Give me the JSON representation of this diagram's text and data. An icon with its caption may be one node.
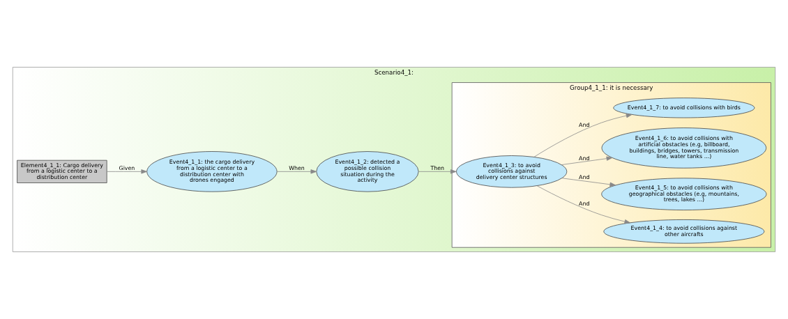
{
  "diagram": {
    "nodes": [
      {
        "text": [
          "Scenario4_1:"
        ]
      },
      {
        "text": [
          "Element4_1_1: Cargo delivery from a logistic center to a distribution center"
        ],
        "in": 0
      },
      {
        "text": [
          "Event4_1_1: the cargo delivery from a logistic center to a distribution center with drones engaged"
        ],
        "in": 0
      },
      {
        "text": [
          "Event4_1_2: detected a possible collision situation during the activity"
        ],
        "in": 0
      },
      {
        "text": [
          "Group4_1_1: it is necessary"
        ],
        "in": 0
      },
      {
        "text": [
          "Event4_1_3: to avoid collisions against delivery center structures"
        ],
        "in": 4
      },
      {
        "text": [
          "Event4_1_4: to avoid collisions against other aircrafts"
        ],
        "in": 4
      },
      {
        "text": [
          "Event4_1_5: to avoid collisions with geographical obstacles (e.g, mountains, trees, lakes ...)"
        ],
        "in": 4
      },
      {
        "text": [
          "Event4_1_6: to avoid collisions with artificial obstacles (e.g, billboard, buildings, bridges, towers, transmission line, water tanks ...)"
        ],
        "in": 4
      },
      {
        "text": [
          "Event4_1_7: to avoid collisions with birds"
        ],
        "in": 4
      }
    ],
    "edges": [
      {
        "from": 1,
        "to": 2,
        "arrow": "to",
        "label": "Given"
      },
      {
        "from": 2,
        "to": 3,
        "arrow": "to",
        "label": "When"
      },
      {
        "from": 3,
        "to": 5,
        "arrow": "to",
        "label": "Then"
      },
      {
        "from": 5,
        "to": 6,
        "arrow": "to",
        "label": "And"
      },
      {
        "from": 5,
        "to": 7,
        "arrow": "to",
        "label": "And"
      },
      {
        "from": 5,
        "to": 8,
        "arrow": "to",
        "label": "And"
      },
      {
        "from": 5,
        "to": 9,
        "arrow": "to",
        "label": "And"
      }
    ]
  }
}
